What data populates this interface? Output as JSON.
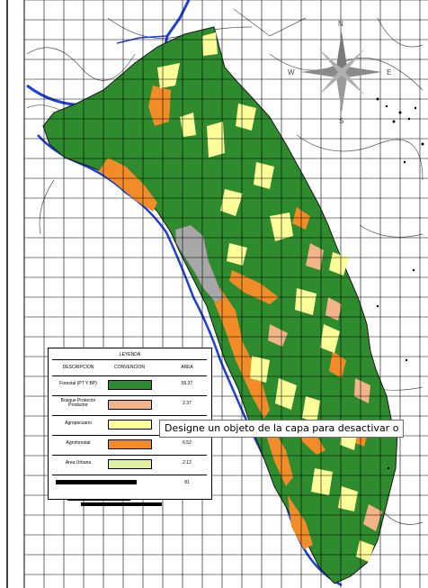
{
  "compass": {
    "n": "N",
    "s": "S",
    "e": "E",
    "w": "W"
  },
  "legend": {
    "title": "LEYENDA",
    "headers": {
      "description": "DESCRIPCION",
      "convention": "CONVENCION",
      "area": "AREA"
    },
    "rows": [
      {
        "description": "Forestal (PT Y BP)",
        "color": "#2e8b2e",
        "area": "55.37"
      },
      {
        "description": "Bosque Protector Productor",
        "color": "#f4b48a",
        "area": "2.37"
      },
      {
        "description": "Agropecuario",
        "color": "#ffff99",
        "area": ""
      },
      {
        "description": "Agroforestal",
        "color": "#f28c28",
        "area": "6.52"
      },
      {
        "description": "Area Urbana",
        "color": "#ddf0a0",
        "area": "2.12"
      }
    ],
    "total": "81"
  },
  "tooltip": {
    "text": "Designe un objeto de la capa para desactivar o"
  },
  "colors": {
    "forest": "#2e8b2e",
    "agro": "#ffff99",
    "agroforestal": "#f28c28",
    "bosque": "#f4b48a",
    "urban": "#a8a8a8",
    "water": "#1d3fd8",
    "grid": "#000000"
  }
}
